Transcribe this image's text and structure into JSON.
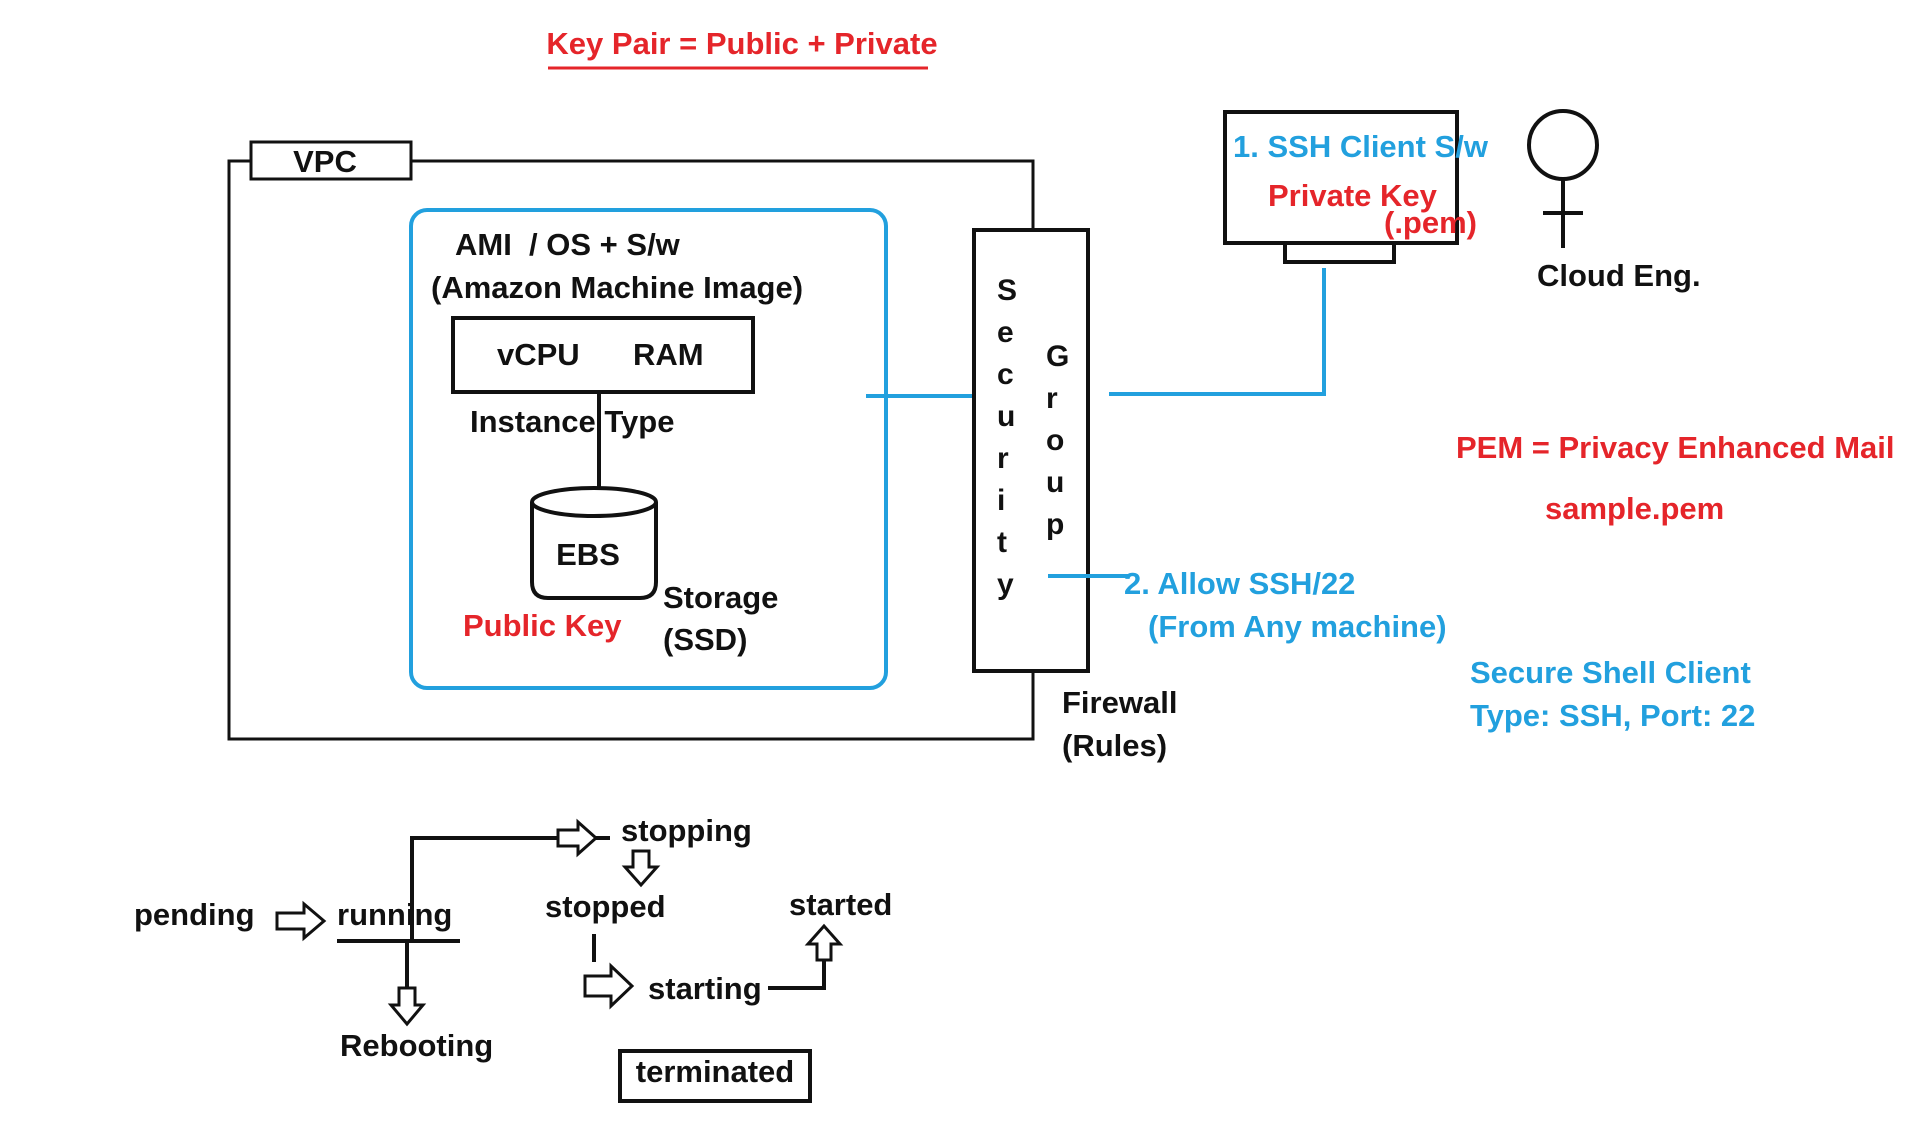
{
  "header": {
    "key_pair_formula": "Key Pair = Public + Private"
  },
  "vpc": {
    "label": "VPC"
  },
  "ami": {
    "title": "AMI  / OS + S/w",
    "subtitle": "(Amazon Machine Image)"
  },
  "instance": {
    "vcpu": "vCPU",
    "ram": "RAM",
    "type_label": "Instance Type"
  },
  "ebs": {
    "label": "EBS",
    "storage_label": "Storage",
    "storage_type": "(SSD)",
    "public_key": "Public Key"
  },
  "security_group": {
    "letters_left": [
      "S",
      "e",
      "c",
      "u",
      "r",
      "i",
      "t",
      "y"
    ],
    "letters_right": [
      "G",
      "r",
      "o",
      "u",
      "p"
    ],
    "firewall_label": "Firewall",
    "rules_label": "(Rules)"
  },
  "client": {
    "ssh_client": "1. SSH Client S/w",
    "private_key": "Private Key",
    "pem_ext": "(.pem)",
    "user_label": "Cloud Eng."
  },
  "allow_rule": {
    "label": "2. Allow SSH/22",
    "source": "(From Any machine)"
  },
  "notes": {
    "pem_definition": "PEM = Privacy Enhanced Mail",
    "sample_file": "sample.pem",
    "ssh_definition": "Secure Shell Client",
    "ssh_type_port": "Type: SSH, Port: 22"
  },
  "lifecycle": {
    "pending": "pending",
    "running": "running",
    "rebooting": "Rebooting",
    "stopping": "stopping",
    "stopped": "stopped",
    "starting": "starting",
    "started": "started",
    "terminated": "terminated"
  },
  "colors": {
    "red": "#e5252a",
    "blue": "#22a0de",
    "black": "#111111"
  }
}
